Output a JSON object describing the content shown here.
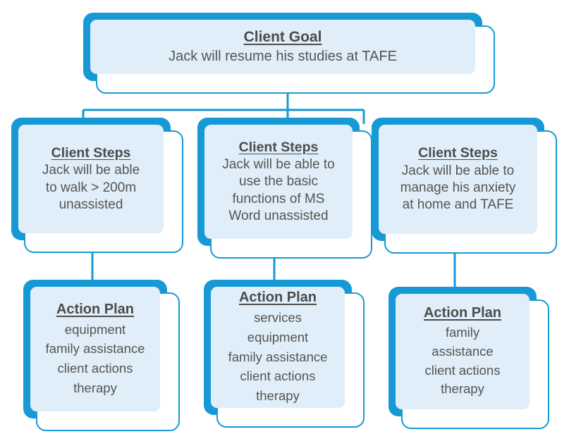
{
  "diagram": {
    "title": "Client Goal / Client Steps / Action Plan flow chart",
    "colors": {
      "accent_blue": "#1799D6",
      "pane_fill": "#DFEEF8",
      "card_fill": "#FFFFFF",
      "text_gray": "#4C4C4C",
      "background": "#FFFFFF"
    },
    "goal": {
      "title": "Client Goal",
      "lines": [
        "Jack will resume his studies at TAFE"
      ]
    },
    "steps": [
      {
        "title": "Client Steps",
        "lines": [
          "Jack will be able",
          "to walk > 200m",
          "unassisted"
        ]
      },
      {
        "title": "Client Steps",
        "lines": [
          "Jack will be able to",
          "use the basic",
          "functions of MS",
          "Word unassisted"
        ]
      },
      {
        "title": "Client Steps",
        "lines": [
          "Jack will be able to",
          "manage his anxiety",
          "at home and TAFE"
        ]
      }
    ],
    "plans": [
      {
        "title": "Action Plan",
        "lines": [
          "equipment",
          "family  assistance",
          "client actions",
          "therapy"
        ]
      },
      {
        "title": "Action Plan",
        "lines": [
          "services",
          "equipment",
          "family  assistance",
          "client actions",
          "therapy"
        ]
      },
      {
        "title": "Action Plan",
        "lines": [
          "family",
          "assistance",
          "client actions",
          "therapy"
        ]
      }
    ]
  }
}
